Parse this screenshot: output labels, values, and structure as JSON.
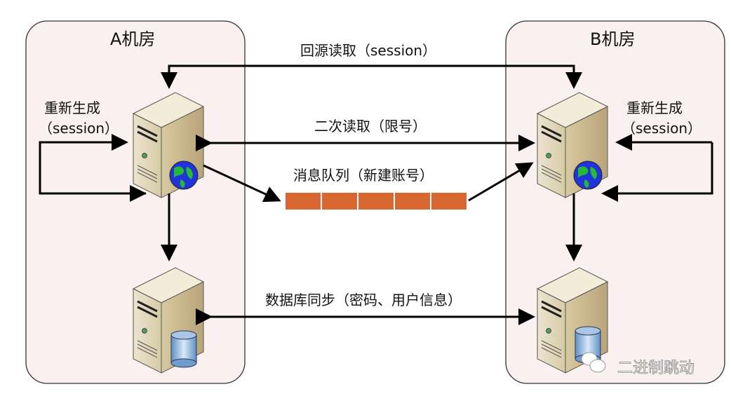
{
  "rooms": {
    "a": {
      "title": "A机房",
      "regen_line1": "重新生成",
      "regen_line2": "（session）"
    },
    "b": {
      "title": "B机房",
      "regen_line1": "重新生成",
      "regen_line2": "（session）"
    }
  },
  "links": {
    "origin_read": "回源读取（session）",
    "second_read": "二次读取（限号）",
    "mq": "消息队列（新建账号）",
    "db_sync": "数据库同步（密码、用户信息）"
  },
  "queue": {
    "segments": 5,
    "color": "#d96730"
  },
  "colors": {
    "room_bg": "#f9f0ef",
    "room_border": "#333333",
    "arrow": "#000000"
  },
  "watermark": {
    "text": "二进制跳动",
    "icon": "wechat-icon"
  }
}
